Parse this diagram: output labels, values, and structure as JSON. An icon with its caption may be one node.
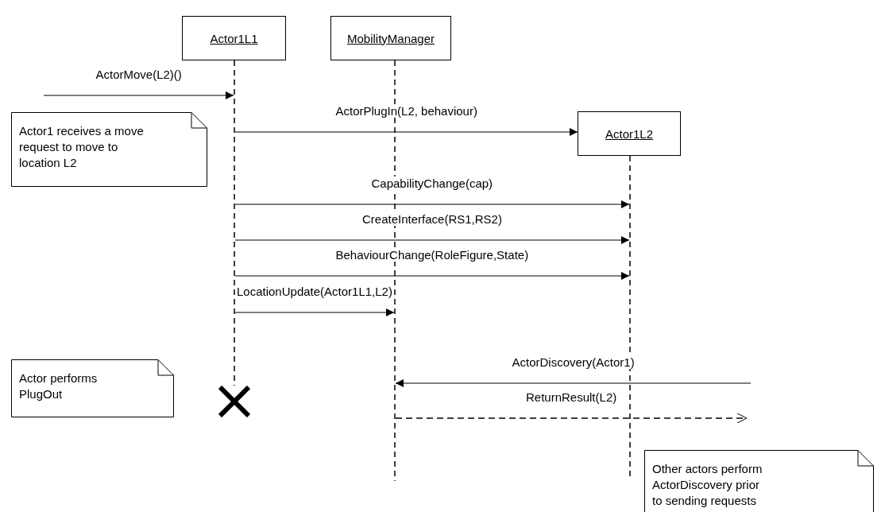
{
  "diagram": {
    "nodes": [
      {
        "text": [
          "Actor1L1"
        ]
      },
      {
        "text": [
          "MobilityManager"
        ]
      },
      {
        "text": [
          "Actor1L2"
        ]
      },
      {
        "text": [
          "Actor1 receives a move request to move to location L2"
        ]
      },
      {
        "text": [
          "Actor performs PlugOut"
        ]
      },
      {
        "text": [
          "Other actors perform ActorDiscovery prior to sending requests"
        ]
      },
      {
        "text": [],
        "shape": "line"
      },
      {
        "text": [],
        "shape": "line"
      },
      {
        "text": [],
        "shape": "line"
      },
      {
        "text": [],
        "shape": "cross"
      }
    ],
    "edges": [
      {
        "from": null,
        "to": 6,
        "arrow": "to",
        "label": "ActorMove(L2)()"
      },
      {
        "from": 6,
        "to": 2,
        "arrow": "to",
        "label": "ActorPlugIn(L2, behaviour)"
      },
      {
        "from": 6,
        "to": 8,
        "arrow": "to",
        "label": "CapabilityChange(cap)"
      },
      {
        "from": 6,
        "to": 8,
        "arrow": "to",
        "label": "CreateInterface(RS1,RS2)"
      },
      {
        "from": 6,
        "to": 8,
        "arrow": "to",
        "label": "BehaviourChange(RoleFigure,State)"
      },
      {
        "from": 6,
        "to": 7,
        "arrow": "to",
        "label": "LocationUpdate(Actor1L1,L2)"
      },
      {
        "from": null,
        "to": 7,
        "arrow": "to",
        "label": "ActorDiscovery(Actor1)"
      },
      {
        "from": 7,
        "to": null,
        "arrow": "to",
        "label": "ReturnResult(L2)",
        "style": "dashed"
      }
    ]
  }
}
